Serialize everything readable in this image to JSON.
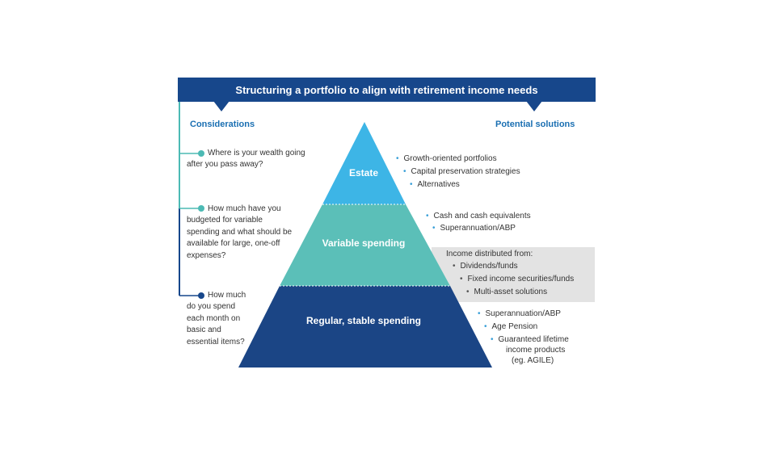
{
  "title": "Structuring a portfolio to align with retirement income needs",
  "left_heading": "Considerations",
  "right_heading": "Potential solutions",
  "tiers": {
    "estate": "Estate",
    "variable": "Variable spending",
    "regular": "Regular, stable spending"
  },
  "considerations": [
    {
      "lines": [
        "Where is your wealth going",
        "after you pass away?"
      ]
    },
    {
      "lines": [
        "How much have you",
        "budgeted for variable",
        "spending and what should be",
        "available for large, one-off",
        "expenses?"
      ]
    },
    {
      "lines": [
        "How much",
        "do you spend",
        "each month on",
        "basic and",
        "essential items?"
      ]
    }
  ],
  "solutions": {
    "estate": [
      "Growth-oriented portfolios",
      "Capital preservation strategies",
      "Alternatives"
    ],
    "variable": [
      "Cash and cash equivalents",
      "Superannuation/ABP"
    ],
    "income_box": {
      "heading": "Income distributed from:",
      "items": [
        "Dividends/funds",
        "Fixed income securities/funds",
        "Multi-asset solutions"
      ]
    },
    "regular": [
      "Superannuation/ABP",
      "Age Pension",
      "Guaranteed lifetime",
      "income products",
      "(eg. AGILE)"
    ]
  },
  "colors": {
    "banner": "#17478b",
    "estate": "#3db5e6",
    "variable": "#5bbfb8",
    "regular": "#1b4585",
    "connector_light": "#4cbab4",
    "connector_dark": "#17478b",
    "bullet": "#3aa0d8",
    "heading": "#1a6fb2"
  }
}
